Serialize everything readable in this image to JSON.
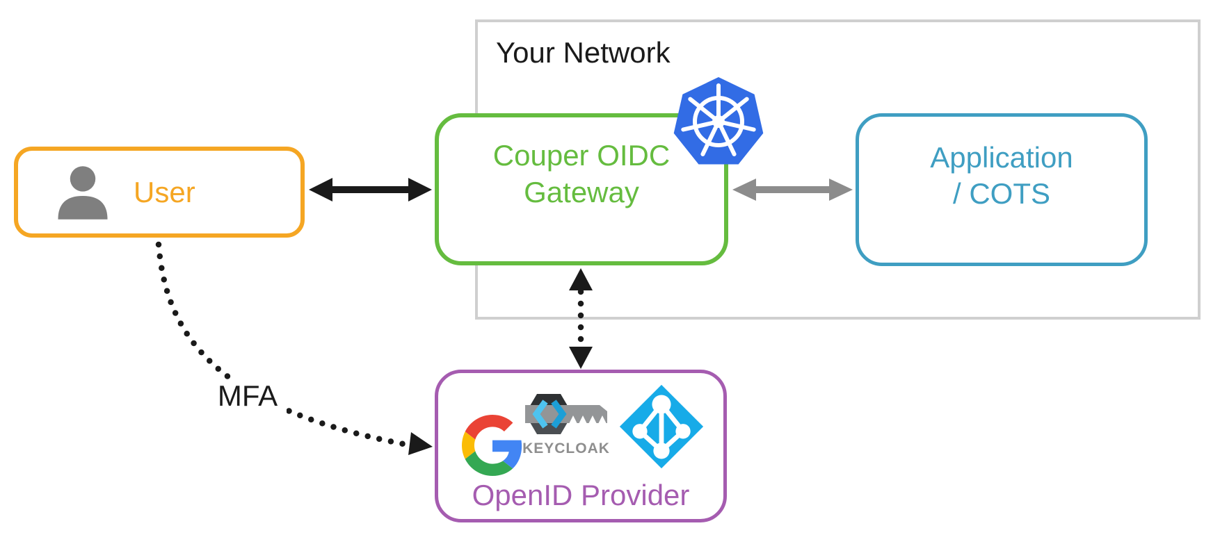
{
  "diagram": {
    "network_container": {
      "label": "Your Network",
      "border_color": "#CFCFCF",
      "label_color": "#1A1A1A"
    },
    "nodes": {
      "user": {
        "label": "User",
        "color": "#F5A623",
        "icon": "person-icon"
      },
      "gateway": {
        "label": "Couper OIDC Gateway",
        "lines": [
          "Couper OIDC",
          "Gateway"
        ],
        "color": "#65BC3F",
        "badge_icon": "kubernetes-icon"
      },
      "application": {
        "label": "Application / COTS",
        "lines": [
          "Application",
          "/ COTS"
        ],
        "color": "#3F9EC2"
      },
      "openid_provider": {
        "label": "OpenID Provider",
        "color": "#A55CB0",
        "provider_icons": [
          "google-icon",
          "keycloak-icon",
          "azure-ad-icon"
        ],
        "keycloak_wordmark": "KEYCLOAK"
      }
    },
    "edges": [
      {
        "id": "user-gateway",
        "style": "solid",
        "color": "#1A1A1A",
        "bidirectional": true
      },
      {
        "id": "gateway-application",
        "style": "solid",
        "color": "#8C8C8C",
        "bidirectional": true
      },
      {
        "id": "gateway-openid",
        "style": "dotted",
        "color": "#1A1A1A",
        "bidirectional": true
      },
      {
        "id": "user-openid",
        "style": "dotted",
        "color": "#1A1A1A",
        "bidirectional": false,
        "label": "MFA"
      }
    ],
    "brand_colors": {
      "kubernetes_blue": "#326CE5",
      "azure_cyan": "#17ABE8",
      "google_blue": "#4285F4",
      "google_red": "#EA4335",
      "google_yellow": "#FBBC05",
      "google_green": "#34A853",
      "keycloak_cyan": "#4EC3EF",
      "keycloak_dark": "#2E3133",
      "arrow_gray": "#8C8C8C"
    }
  }
}
